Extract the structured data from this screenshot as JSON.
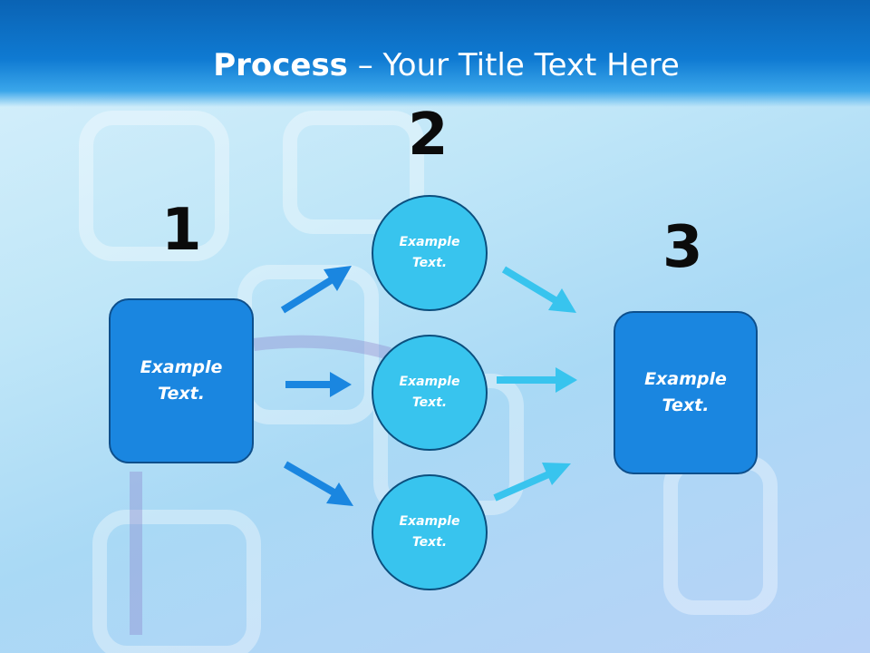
{
  "title": {
    "bold": "Process",
    "rest": " – Your Title Text Here"
  },
  "steps": {
    "one": "1",
    "two": "2",
    "three": "3"
  },
  "left_box": {
    "text": "Example\nText."
  },
  "circles": [
    {
      "text": "Example\nText."
    },
    {
      "text": "Example\nText."
    },
    {
      "text": "Example\nText."
    }
  ],
  "right_box": {
    "text": "Example\nText."
  },
  "colors": {
    "header": "#0f7ad2",
    "box": "#1a86e0",
    "circle": "#38c4ee",
    "arrow_left": "#1a86e0",
    "arrow_right": "#38c4ee"
  }
}
